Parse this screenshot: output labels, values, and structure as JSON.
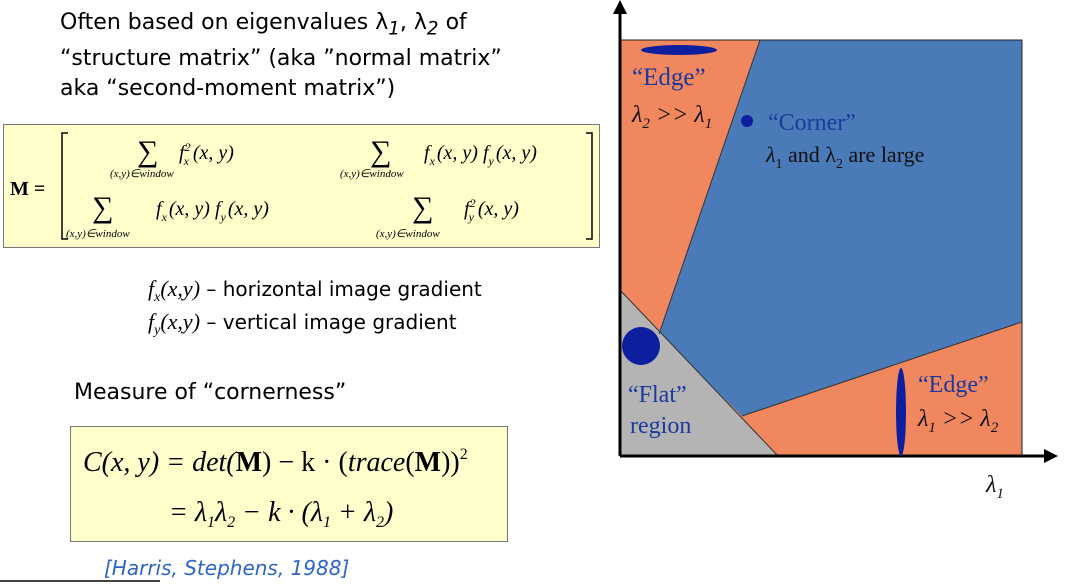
{
  "intro": {
    "line1": "Often based on eigenvalues λ",
    "sub1": "1",
    "sep": ", λ",
    "sub2": "2",
    "line1_end": " of",
    "line2": "“structure matrix” (aka ”normal matrix”",
    "line3": "aka “second-moment matrix”)"
  },
  "matrix": {
    "lhs": "M =",
    "sum": "∑",
    "window": "(x,y)∈window",
    "e11": "f",
    "e11_sup": "2",
    "e11_sub": "x",
    "e11_args": "(x, y)",
    "e12": "f",
    "e12_sub_a": "x",
    "e12_mid": "(x, y) f",
    "e12_sub_b": "y",
    "e12_args": "(x, y)",
    "e21": "f",
    "e21_sub_a": "x",
    "e21_mid": "(x, y) f",
    "e21_sub_b": "y",
    "e21_args": "(x, y)",
    "e22": "f",
    "e22_sup": "2",
    "e22_sub": "y",
    "e22_args": "(x, y)"
  },
  "gradients": {
    "fx_f": "f",
    "fx_sub": "x",
    "fx_args": "(x,y)",
    "fx_desc": " – horizontal image gradient",
    "fy_f": "f",
    "fy_sub": "y",
    "fy_args": "(x,y)",
    "fy_desc": " – vertical image gradient"
  },
  "measure": {
    "label": "Measure of “cornerness”",
    "line1_a": "C(x, y) = det(",
    "line1_M": "M",
    "line1_b": ") − k · (",
    "line1_trace": "trace",
    "line1_c": "(",
    "line1_M2": "M",
    "line1_d": "))",
    "line1_sup": "2",
    "line2_a": "= λ",
    "line2_s1": "1",
    "line2_b": "λ",
    "line2_s2": "2",
    "line2_c": " − k · (λ",
    "line2_s3": "1",
    "line2_d": " + λ",
    "line2_s4": "2",
    "line2_e": ")"
  },
  "citation": "[Harris, Stephens, 1988]",
  "diagram": {
    "colors": {
      "corner_region": "#4a7ab8",
      "edge_region": "#f0875f",
      "flat_region": "#b4b4b4",
      "ellipse": "#0d1f9e",
      "corner_text": "#1c3a9c",
      "edge_text": "#1c3a9c",
      "flat_text": "#1c3a9c"
    },
    "edge_top_label": "“Edge”",
    "edge_top_rel_a": "λ",
    "edge_top_rel_s1": "2",
    "edge_top_rel_b": " >> λ",
    "edge_top_rel_s2": "1",
    "corner_label": "“Corner”",
    "corner_desc_a": "λ",
    "corner_desc_s1": "1",
    "corner_desc_b": " and λ",
    "corner_desc_s2": "2",
    "corner_desc_c": " are large",
    "flat_label1": "“Flat”",
    "flat_label2": "region",
    "edge_right_label": "“Edge”",
    "edge_right_rel_a": "λ",
    "edge_right_rel_s1": "1",
    "edge_right_rel_b": " >> λ",
    "edge_right_rel_s2": "2",
    "x_axis_label": "λ",
    "x_axis_sub": "1"
  }
}
